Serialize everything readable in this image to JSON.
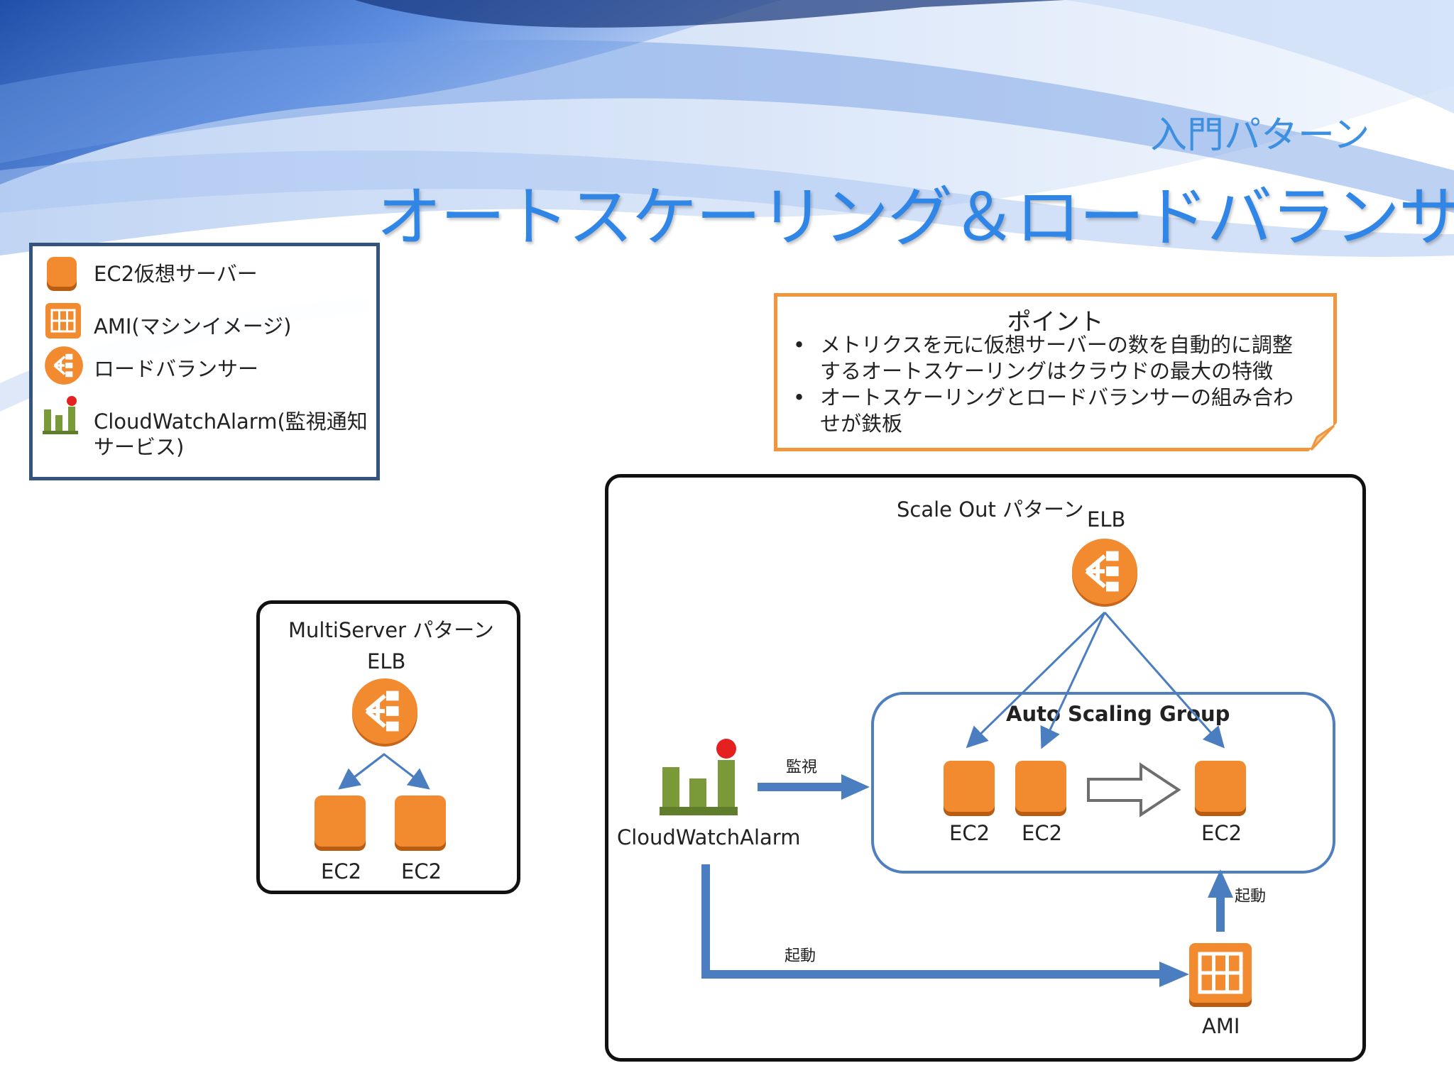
{
  "header": {
    "subtitle": "入門パターン",
    "title": "オートスケーリング＆ロードバランサー"
  },
  "legend": {
    "items": [
      {
        "icon": "ec2-icon",
        "label": "EC2仮想サーバー"
      },
      {
        "icon": "ami-icon",
        "label": "AMI(マシンイメージ)"
      },
      {
        "icon": "elb-icon",
        "label": "ロードバランサー"
      },
      {
        "icon": "cloudwatch-alarm-icon",
        "label_line1": "CloudWatchAlarm(監視通知",
        "label_line2": "サービス)"
      }
    ]
  },
  "point": {
    "title": "ポイント",
    "bullets": [
      {
        "line1": "メトリクスを元に仮想サーバーの数を自動的に調整",
        "line2": "するオートスケーリングはクラウドの最大の特徴"
      },
      {
        "line1": "オートスケーリングとロードバランサーの組み合わ",
        "line2": "せが鉄板"
      }
    ],
    "bullet_char": "•"
  },
  "multiserver": {
    "title": "MultiServer パターン",
    "elb_label": "ELB",
    "ec2_labels": [
      "EC2",
      "EC2"
    ]
  },
  "scaleout": {
    "title": "Scale Out パターン",
    "elb_label": "ELB",
    "asg_label": "Auto Scaling Group",
    "ec2_labels": [
      "EC2",
      "EC2",
      "EC2"
    ],
    "alarm_label": "CloudWatchAlarm",
    "monitor_label": "監視",
    "launch_label_bottom": "起動",
    "launch_label_right": "起動",
    "ami_label": "AMI"
  },
  "colors": {
    "orange": "#f28a30",
    "title_blue": "#2f86e6",
    "legend_border": "#34537e",
    "point_border": "#f2963e",
    "arrow_blue": "#4a7ec0",
    "alarm_green": "#7a9a3a",
    "alarm_red": "#e52020"
  }
}
